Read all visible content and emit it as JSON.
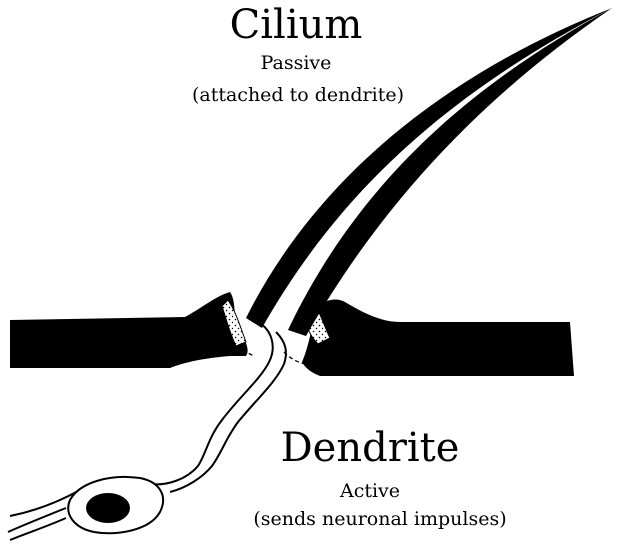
{
  "cilium": {
    "title": "Cilium",
    "subtitle": "Passive",
    "note": "(attached to dendrite)"
  },
  "dendrite": {
    "title": "Dendrite",
    "subtitle": "Active",
    "note": "(sends neuronal impulses)"
  },
  "colors": {
    "ink": "#000000",
    "paper": "#ffffff"
  }
}
